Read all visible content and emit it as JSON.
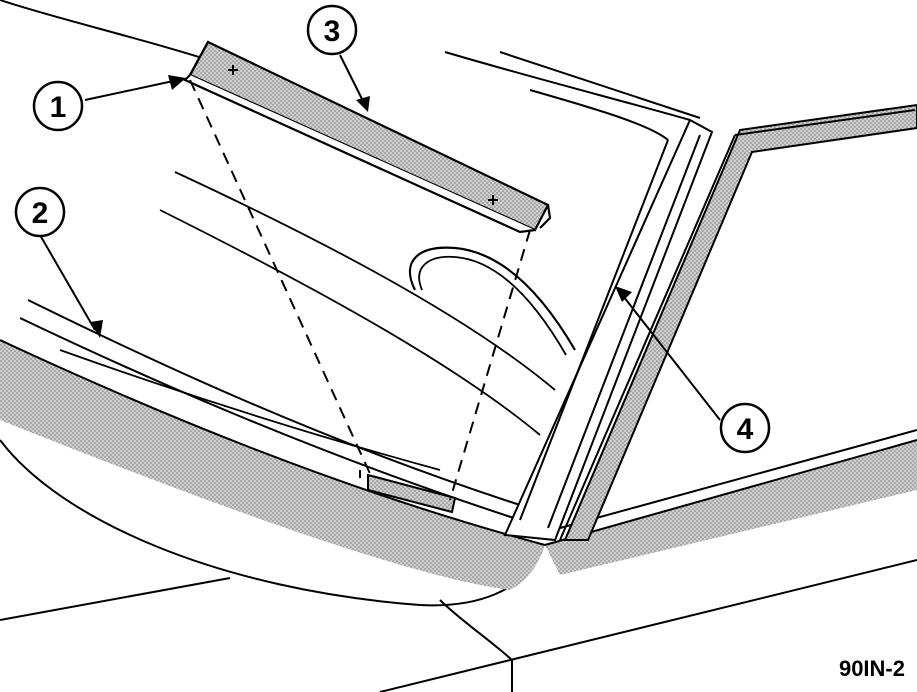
{
  "figure": {
    "code": "90IN-2"
  },
  "callouts": [
    {
      "id": "1",
      "label": "1"
    },
    {
      "id": "2",
      "label": "2"
    },
    {
      "id": "3",
      "label": "3"
    },
    {
      "id": "4",
      "label": "4"
    }
  ],
  "colors": {
    "line": "#000000",
    "shade": "#b9b9b9",
    "background": "#ffffff"
  }
}
